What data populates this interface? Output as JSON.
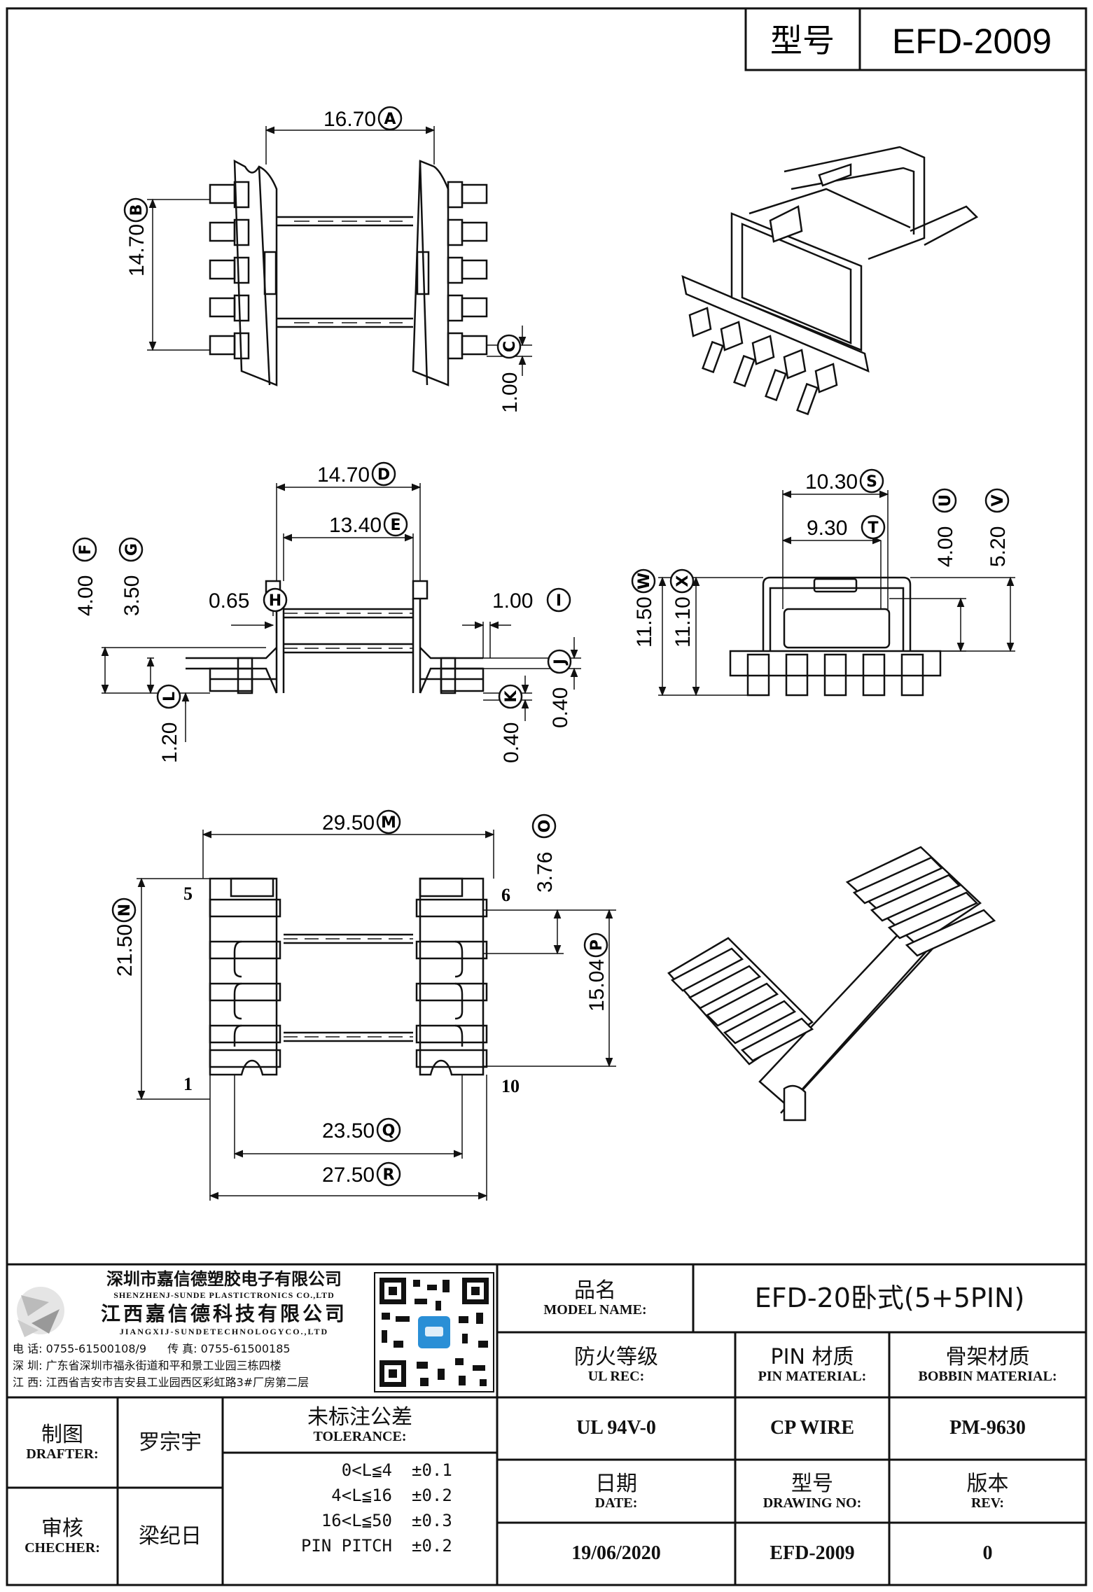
{
  "header": {
    "label_model": "型号",
    "model": "EFD-2009"
  },
  "dimensions": [
    {
      "id": "A",
      "value": "16.70"
    },
    {
      "id": "B",
      "value": "14.70"
    },
    {
      "id": "C",
      "value": "1.00"
    },
    {
      "id": "D",
      "value": "14.70"
    },
    {
      "id": "E",
      "value": "13.40"
    },
    {
      "id": "F",
      "value": "4.00"
    },
    {
      "id": "G",
      "value": "3.50"
    },
    {
      "id": "H",
      "value": "0.65"
    },
    {
      "id": "I",
      "value": "1.00"
    },
    {
      "id": "J",
      "value": "0.40"
    },
    {
      "id": "K",
      "value": "0.40"
    },
    {
      "id": "L",
      "value": "1.20"
    },
    {
      "id": "M",
      "value": "29.50"
    },
    {
      "id": "N",
      "value": "21.50"
    },
    {
      "id": "O",
      "value": "3.76"
    },
    {
      "id": "P",
      "value": "15.04"
    },
    {
      "id": "Q",
      "value": "23.50"
    },
    {
      "id": "R",
      "value": "27.50"
    },
    {
      "id": "S",
      "value": "10.30"
    },
    {
      "id": "T",
      "value": "9.30"
    },
    {
      "id": "U",
      "value": "4.00"
    },
    {
      "id": "V",
      "value": "5.20"
    },
    {
      "id": "W",
      "value": "11.50"
    },
    {
      "id": "X",
      "value": "11.10"
    }
  ],
  "pin_numbers": {
    "top_left": "5",
    "top_right": "6",
    "bottom_left": "1",
    "bottom_right": "10"
  },
  "company": {
    "name_cn": "深圳市嘉信德塑胶电子有限公司",
    "name_en": "SHENZHENJ-SUNDE PLASTICTRONICS CO.,LTD",
    "name2_cn": "江西嘉信德科技有限公司",
    "name2_en": "JIANGXIJ-SUNDETECHNOLOGYCO.,LTD",
    "tel": "电 话: 0755-61500108/9",
    "fax": "传 真: 0755-61500185",
    "addr1": "深 圳: 广东省深圳市福永街道和平和景工业园三栋四楼",
    "addr2": "江 西: 江西省吉安市吉安县工业园西区彩虹路3#厂房第二层"
  },
  "title_block": {
    "model_name_cn": "品名",
    "model_name_en": "MODEL NAME:",
    "model_name_value": "EFD-20卧式(5+5PIN)",
    "ul_cn": "防火等级",
    "ul_en": "UL REC:",
    "ul_value": "UL 94V-0",
    "pin_mat_cn": "PIN 材质",
    "pin_mat_en": "PIN MATERIAL:",
    "pin_mat_value": "CP WIRE",
    "bobbin_cn": "骨架材质",
    "bobbin_en": "BOBBIN MATERIAL:",
    "bobbin_value": "PM-9630",
    "drafter_cn": "制图",
    "drafter_en": "DRAFTER:",
    "drafter_value": "罗宗宇",
    "checker_cn": "审核",
    "checker_en": "CHECHER:",
    "checker_value": "梁纪日",
    "tol_cn": "未标注公差",
    "tol_en": "TOLERANCE:",
    "tolerances": [
      {
        "range": "0<L≦4",
        "value": "±0.1"
      },
      {
        "range": "4<L≦16",
        "value": "±0.2"
      },
      {
        "range": "16<L≦50",
        "value": "±0.3"
      },
      {
        "range": "PIN PITCH",
        "value": "±0.2"
      }
    ],
    "date_cn": "日期",
    "date_en": "DATE:",
    "date_value": "19/06/2020",
    "dwg_cn": "型号",
    "dwg_en": "DRAWING NO:",
    "dwg_value": "EFD-2009",
    "rev_cn": "版本",
    "rev_en": "REV:",
    "rev_value": "0"
  }
}
